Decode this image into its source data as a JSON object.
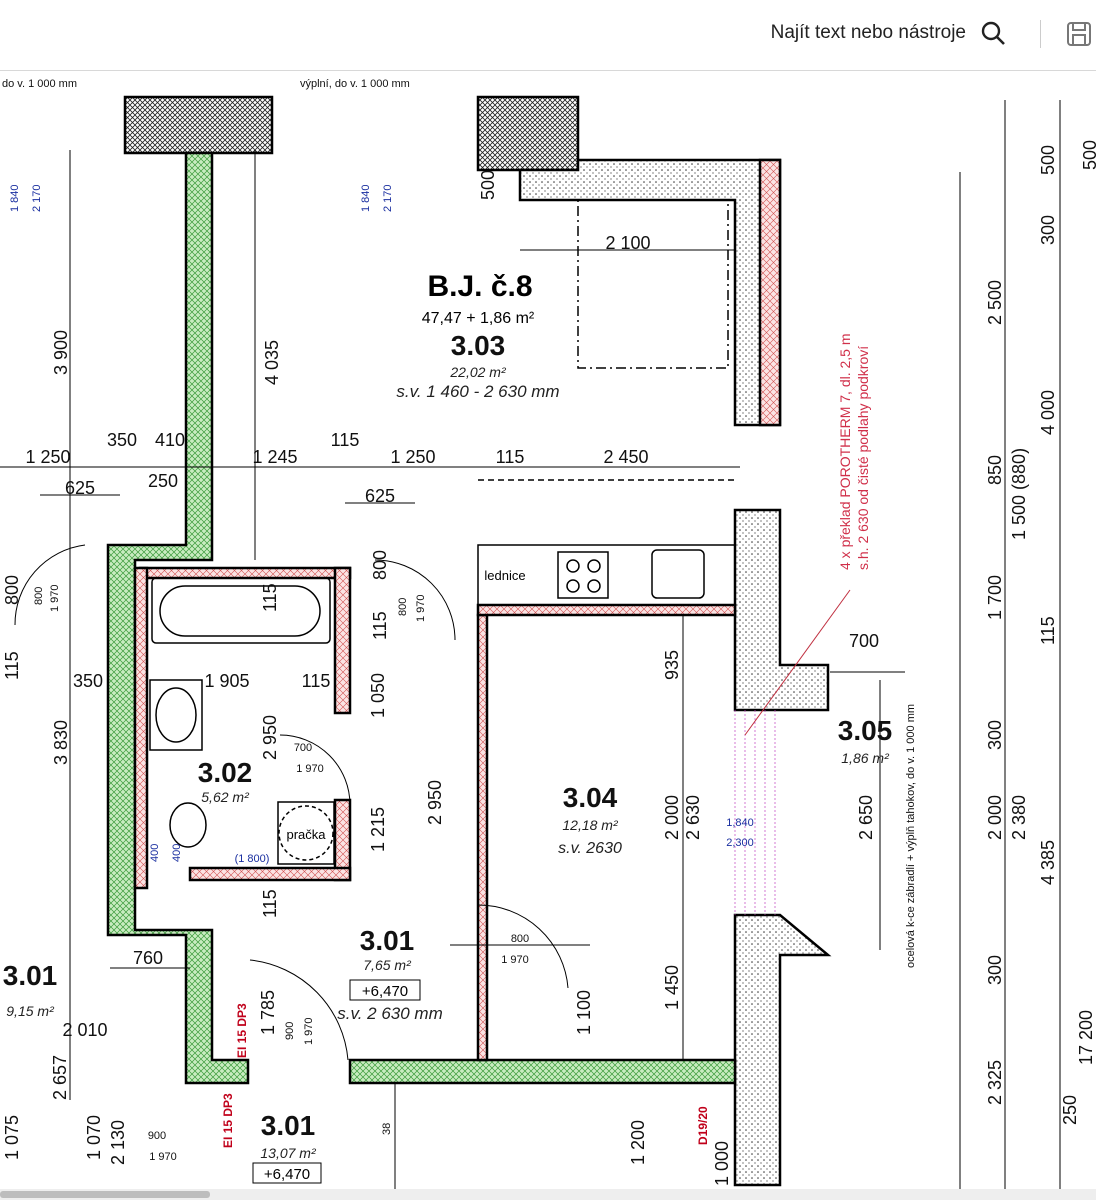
{
  "toolbar": {
    "search_label": "Najít text nebo nástroje",
    "search_icon": "search-icon",
    "save_icon": "save-icon"
  },
  "plan": {
    "notes_top": [
      "do v. 1 000 mm",
      "výplní, do v. 1 000 mm"
    ],
    "unit": {
      "title": "B.J. č.8",
      "area": "47,47 + 1,86 m²"
    },
    "rooms": [
      {
        "id": "3.03",
        "area": "22,02 m²",
        "height": "s.v. 1 460 - 2 630 mm"
      },
      {
        "id": "3.02",
        "area": "5,62 m²",
        "appliance": "pračka"
      },
      {
        "id": "3.04",
        "area": "12,18 m²",
        "height": "s.v. 2630"
      },
      {
        "id": "3.05",
        "area": "1,86 m²"
      },
      {
        "id": "3.01",
        "area": "7,65 m²",
        "level": "+6,470",
        "height": "s.v. 2 630 mm"
      },
      {
        "id": "3.01",
        "area": "9,15 m²"
      },
      {
        "id": "3.01",
        "area": "13,07 m²",
        "level": "+6,470"
      }
    ],
    "kitchen": {
      "fridge": "lednice"
    },
    "red_note": [
      "4 x překlad POROTHERM 7, dl. 2,5 m",
      "s.h. 2 630 od čisté podlahy podkroví"
    ],
    "railing_note": "ocelová k-ce zábradlí + výplň tahokov, do v. 1 000 mm",
    "fire_labels": [
      "EI 15 DP3",
      "EI 15 DP3",
      "D19/20"
    ],
    "dims": [
      "2 100",
      "1 250",
      "350",
      "410",
      "250",
      "1 245",
      "115",
      "1 250",
      "115",
      "2 450",
      "625",
      "625",
      "3 900",
      "4 035",
      "500",
      "1 905",
      "350",
      "115",
      "3 830",
      "2 950",
      "1 050",
      "1 215",
      "2 950",
      "935",
      "2 000",
      "2 630",
      "1 450",
      "1 100",
      "700",
      "2 650",
      "760",
      "2 010",
      "2 657",
      "1 785",
      "1 075",
      "1 070",
      "2 130",
      "1 200",
      "1 000",
      "800",
      "800",
      "115",
      "115",
      "115",
      "115",
      "38"
    ],
    "dims_right": [
      "500",
      "300",
      "2 500",
      "4 000",
      "850",
      "1 500 (880)",
      "1 700",
      "115",
      "300",
      "2 000",
      "2 380",
      "4 385",
      "300",
      "2 325",
      "250",
      "17 200",
      "500"
    ],
    "doors": [
      {
        "w": "800",
        "h": "1 970"
      },
      {
        "w": "800",
        "h": "1 970"
      },
      {
        "w": "700",
        "h": "1 970"
      },
      {
        "w": "800",
        "h": "1 970"
      },
      {
        "w": "900",
        "h": "1 970"
      },
      {
        "w": "900",
        "h": "1 970"
      }
    ],
    "blue": [
      "1 840",
      "2 170",
      "1 840",
      "2 170",
      "1,840",
      "2,300",
      "(1 800)",
      "400",
      "400"
    ]
  }
}
